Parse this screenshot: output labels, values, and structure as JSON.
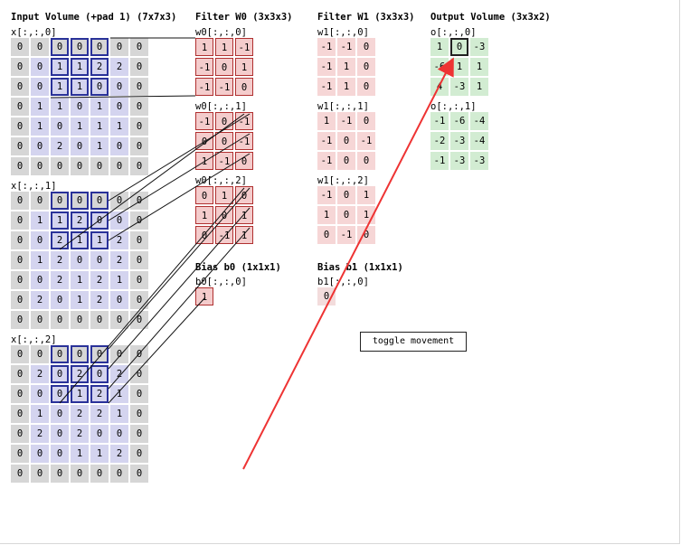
{
  "titles": {
    "input": "Input Volume (+pad 1) (7x7x3)",
    "filter0": "Filter W0 (3x3x3)",
    "filter1": "Filter W1 (3x3x3)",
    "output": "Output Volume (3x3x2)",
    "bias0": "Bias b0 (1x1x1)",
    "bias1": "Bias b1 (1x1x1)"
  },
  "button": {
    "label": "toggle movement"
  },
  "input": [
    {
      "label": "x[:,:,0]",
      "rows": [
        [
          "0",
          "0",
          "0",
          "0",
          "0",
          "0",
          "0"
        ],
        [
          "0",
          "0",
          "1",
          "1",
          "2",
          "2",
          "0"
        ],
        [
          "0",
          "0",
          "1",
          "1",
          "0",
          "0",
          "0"
        ],
        [
          "0",
          "1",
          "1",
          "0",
          "1",
          "0",
          "0"
        ],
        [
          "0",
          "1",
          "0",
          "1",
          "1",
          "1",
          "0"
        ],
        [
          "0",
          "0",
          "2",
          "0",
          "1",
          "0",
          "0"
        ],
        [
          "0",
          "0",
          "0",
          "0",
          "0",
          "0",
          "0"
        ]
      ]
    },
    {
      "label": "x[:,:,1]",
      "rows": [
        [
          "0",
          "0",
          "0",
          "0",
          "0",
          "0",
          "0"
        ],
        [
          "0",
          "1",
          "1",
          "2",
          "0",
          "0",
          "0"
        ],
        [
          "0",
          "0",
          "2",
          "1",
          "1",
          "2",
          "0"
        ],
        [
          "0",
          "1",
          "2",
          "0",
          "0",
          "2",
          "0"
        ],
        [
          "0",
          "0",
          "2",
          "1",
          "2",
          "1",
          "0"
        ],
        [
          "0",
          "2",
          "0",
          "1",
          "2",
          "0",
          "0"
        ],
        [
          "0",
          "0",
          "0",
          "0",
          "0",
          "0",
          "0"
        ]
      ]
    },
    {
      "label": "x[:,:,2]",
      "rows": [
        [
          "0",
          "0",
          "0",
          "0",
          "0",
          "0",
          "0"
        ],
        [
          "0",
          "2",
          "0",
          "2",
          "0",
          "2",
          "0"
        ],
        [
          "0",
          "0",
          "0",
          "1",
          "2",
          "1",
          "0"
        ],
        [
          "0",
          "1",
          "0",
          "2",
          "2",
          "1",
          "0"
        ],
        [
          "0",
          "2",
          "0",
          "2",
          "0",
          "0",
          "0"
        ],
        [
          "0",
          "0",
          "0",
          "1",
          "1",
          "2",
          "0"
        ],
        [
          "0",
          "0",
          "0",
          "0",
          "0",
          "0",
          "0"
        ]
      ]
    }
  ],
  "w0": [
    {
      "label": "w0[:,:,0]",
      "rows": [
        [
          "1",
          "1",
          "-1"
        ],
        [
          "-1",
          "0",
          "1"
        ],
        [
          "-1",
          "-1",
          "0"
        ]
      ]
    },
    {
      "label": "w0[:,:,1]",
      "rows": [
        [
          "-1",
          "0",
          "-1"
        ],
        [
          "0",
          "0",
          "-1"
        ],
        [
          "1",
          "-1",
          "0"
        ]
      ]
    },
    {
      "label": "w0[:,:,2]",
      "rows": [
        [
          "0",
          "1",
          "0"
        ],
        [
          "1",
          "0",
          "1"
        ],
        [
          "0",
          "-1",
          "1"
        ]
      ]
    }
  ],
  "w1": [
    {
      "label": "w1[:,:,0]",
      "rows": [
        [
          "-1",
          "-1",
          "0"
        ],
        [
          "-1",
          "1",
          "0"
        ],
        [
          "-1",
          "1",
          "0"
        ]
      ]
    },
    {
      "label": "w1[:,:,1]",
      "rows": [
        [
          "1",
          "-1",
          "0"
        ],
        [
          "-1",
          "0",
          "-1"
        ],
        [
          "-1",
          "0",
          "0"
        ]
      ]
    },
    {
      "label": "w1[:,:,2]",
      "rows": [
        [
          "-1",
          "0",
          "1"
        ],
        [
          "1",
          "0",
          "1"
        ],
        [
          "0",
          "-1",
          "0"
        ]
      ]
    }
  ],
  "b0": {
    "label": "b0[:,:,0]",
    "value": "1"
  },
  "b1": {
    "label": "b1[:,:,0]",
    "value": "0"
  },
  "output": [
    {
      "label": "o[:,:,0]",
      "rows": [
        [
          "1",
          "0",
          "-3"
        ],
        [
          "-6",
          "1",
          "1"
        ],
        [
          "4",
          "-3",
          "1"
        ]
      ]
    },
    {
      "label": "o[:,:,1]",
      "rows": [
        [
          "-1",
          "-6",
          "-4"
        ],
        [
          "-2",
          "-3",
          "-4"
        ],
        [
          "-1",
          "-3",
          "-3"
        ]
      ]
    }
  ],
  "highlight": {
    "in_row": 0,
    "in_col": 2,
    "out_row": 0,
    "out_col": 1
  },
  "colors": {
    "pad": "#d6d6d6",
    "input": "#d4d4ef",
    "weight": "#f4cccc",
    "output": "#d2ecd2",
    "arrow": "#ee3333"
  }
}
